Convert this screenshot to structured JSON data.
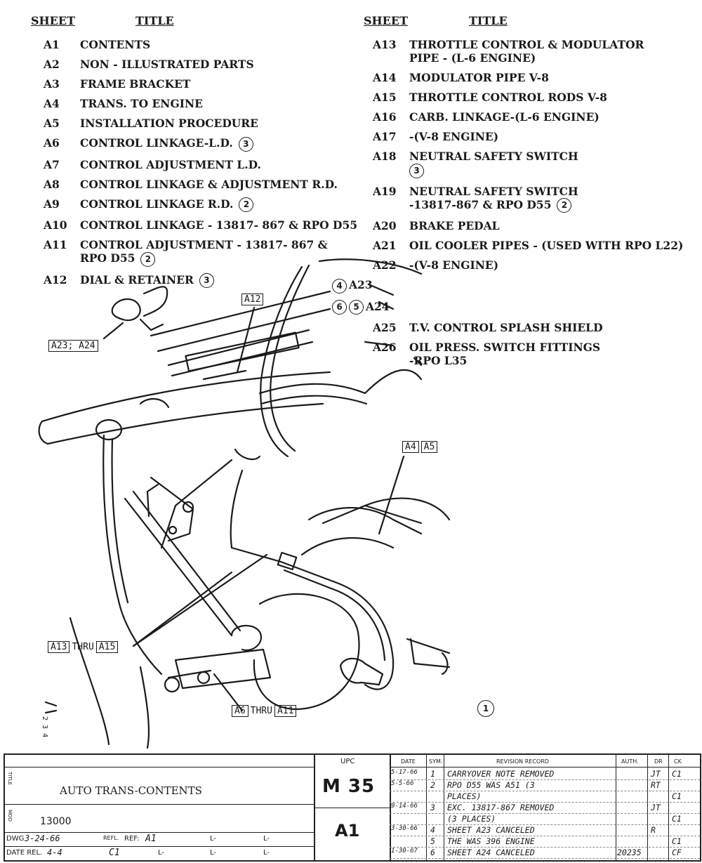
{
  "headers": {
    "sheet": "SHEET",
    "title": "TITLE"
  },
  "left_index": [
    {
      "sheet": "A1",
      "title": "CONTENTS"
    },
    {
      "sheet": "A2",
      "title": "NON - ILLUSTRATED PARTS"
    },
    {
      "sheet": "A3",
      "title": "FRAME BRACKET"
    },
    {
      "sheet": "A4",
      "title": "TRANS. TO ENGINE"
    },
    {
      "sheet": "A5",
      "title": "INSTALLATION PROCEDURE"
    },
    {
      "sheet": "A6",
      "title": "CONTROL LINKAGE-L.D.",
      "rev": "3"
    },
    {
      "sheet": "A7",
      "title": "CONTROL ADJUSTMENT L.D."
    },
    {
      "sheet": "A8",
      "title": "CONTROL LINKAGE & ADJUSTMENT R.D."
    },
    {
      "sheet": "A9",
      "title": "CONTROL LINKAGE R.D.",
      "rev": "2"
    },
    {
      "sheet": "A10",
      "title": "CONTROL LINKAGE - 13817- 867 & RPO D55"
    },
    {
      "sheet": "A11",
      "title": "CONTROL ADJUSTMENT - 13817- 867 &",
      "title2": "RPO D55",
      "rev": "2"
    },
    {
      "sheet": "A12",
      "title": "DIAL & RETAINER",
      "rev": "3"
    }
  ],
  "right_index": [
    {
      "sheet": "A13",
      "title": "THROTTLE CONTROL & MODULATOR",
      "title2": "PIPE - (L-6 ENGINE)"
    },
    {
      "sheet": "A14",
      "title": "MODULATOR PIPE V-8"
    },
    {
      "sheet": "A15",
      "title": "THROTTLE CONTROL RODS V-8"
    },
    {
      "sheet": "A16",
      "title": "CARB. LINKAGE-(L-6 ENGINE)"
    },
    {
      "sheet": "A17",
      "title": "-(V-8 ENGINE)"
    },
    {
      "sheet": "A18",
      "title": "NEUTRAL SAFETY SWITCH",
      "rev2": "3"
    },
    {
      "sheet": "A19",
      "title": "NEUTRAL SAFETY SWITCH",
      "title2": "-13817-867 & RPO D55",
      "rev": "2"
    },
    {
      "sheet": "A20",
      "title": "BRAKE PEDAL"
    },
    {
      "sheet": "A21",
      "title": "OIL COOLER PIPES - (USED WITH RPO L22)"
    },
    {
      "sheet": "A22",
      "title": "-(V-8 ENGINE)"
    },
    {
      "sheet": "A23",
      "title": "",
      "pre": [
        "4"
      ]
    },
    {
      "sheet": "A24",
      "title": "",
      "pre": [
        "6",
        "5"
      ]
    },
    {
      "sheet": "A25",
      "title": "T.V. CONTROL SPLASH SHIELD"
    },
    {
      "sheet": "A26",
      "title": "OIL PRESS. SWITCH FITTINGS",
      "title2": "-RPO L35"
    }
  ],
  "callouts": {
    "a12": "A12",
    "a23_a24": "A23; A24",
    "a4": "A4",
    "a5": "A5",
    "a13": "A13",
    "thru1": "THRU",
    "a15": "A15",
    "a6": "A6",
    "thru2": "THRU",
    "a11": "A11",
    "rev1": "1",
    "side_marks": "2 3 4"
  },
  "title_block": {
    "upc_label": "UPC",
    "title_label": "TITLE",
    "title": "AUTO TRANS-CONTENTS",
    "mod_label": "MOD",
    "model": "13000",
    "upc": "M 35",
    "sheet": "A1",
    "dwg_label": "DWG",
    "dwg_date": "3-24-66",
    "refl_label": "REFL.",
    "ref_label": "REF:",
    "ref_value": "A1",
    "date_rel_label": "DATE REL.",
    "date_rel": "4-4",
    "rel_value": "C1",
    "l1": "L-",
    "l2": "L-",
    "l3": "L-",
    "l4": "L-",
    "l5": "L-",
    "rev_headers": {
      "date": "DATE",
      "sym": "SYM.",
      "record": "REVISION RECORD",
      "auth": "AUTH.",
      "dr": "DR",
      "ck": "CK"
    },
    "revisions": [
      {
        "date": "5-17-66",
        "sym": "1",
        "text": "CARRYOVER NOTE REMOVED",
        "dr": "JT",
        "ck": "C1"
      },
      {
        "date": "5-5-66",
        "sym": "2",
        "text": "RPO D55 WAS A51 (3",
        "dr": "RT",
        "ck": ""
      },
      {
        "date": "",
        "sym": "",
        "text": "PLACES)",
        "dr": "",
        "ck": "C1"
      },
      {
        "date": "9-14-66",
        "sym": "3",
        "text": "EXC. 13817-867 REMOVED",
        "dr": "JT",
        "ck": ""
      },
      {
        "date": "",
        "sym": "",
        "text": "(3 PLACES)",
        "dr": "",
        "ck": "C1"
      },
      {
        "date": "3-30-66",
        "sym": "4",
        "text": "SHEET A23 CANCELED",
        "dr": "R",
        "ck": ""
      },
      {
        "date": "",
        "sym": "5",
        "text": "THE WAS 396 ENGINE",
        "dr": "",
        "ck": "C1"
      },
      {
        "date": "1-30-67",
        "sym": "6",
        "text": "SHEET A24 CANCELED",
        "auth": "20235",
        "dr": "",
        "ck": "CF"
      }
    ]
  }
}
